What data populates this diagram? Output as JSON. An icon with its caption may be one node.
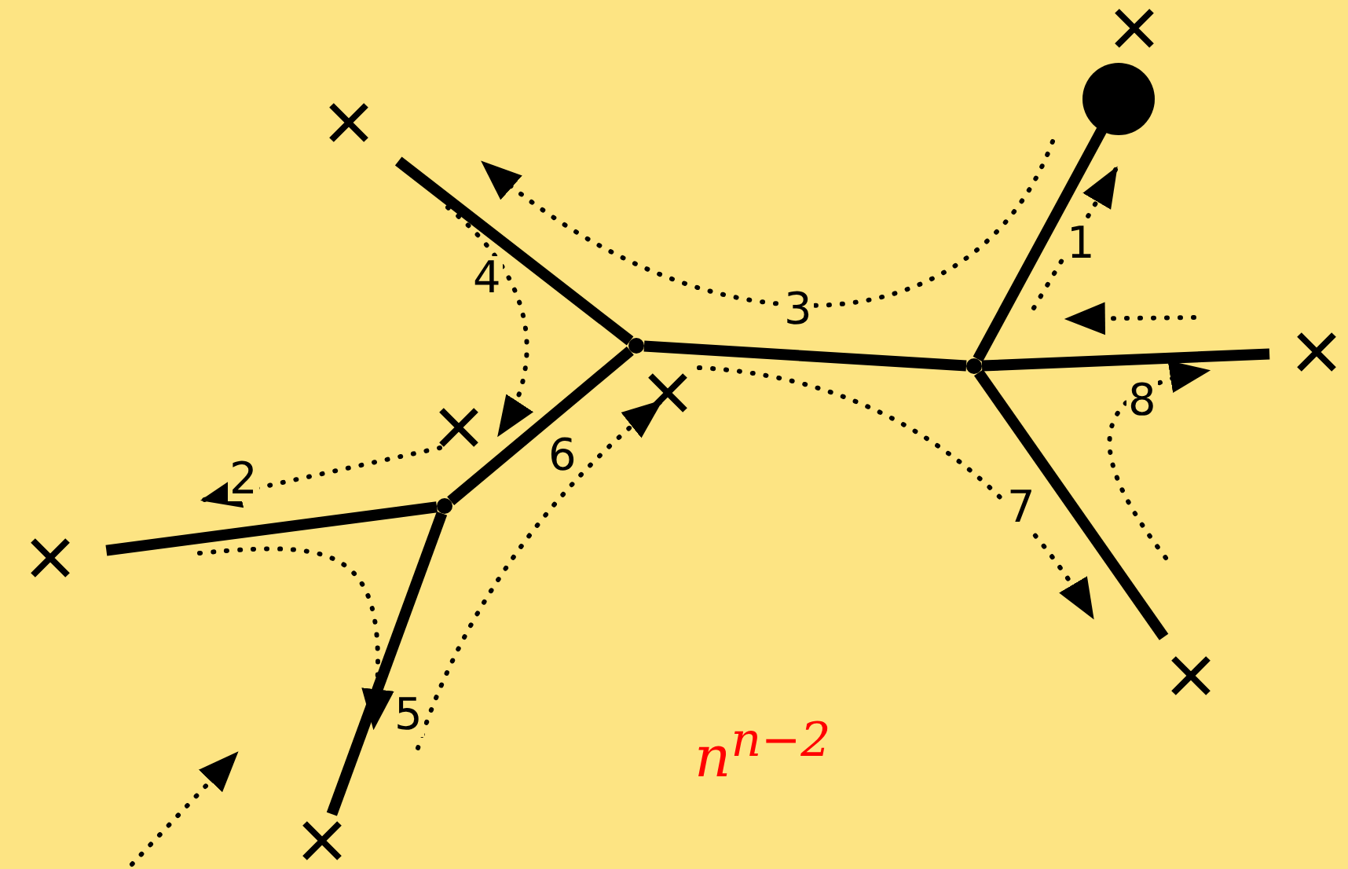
{
  "diagram": {
    "nodes": [
      {
        "text": [],
        "shape": "circle"
      },
      {
        "text": [],
        "shape": "cross"
      },
      {
        "text": [],
        "shape": "point"
      },
      {
        "text": [],
        "shape": "point"
      },
      {
        "text": [],
        "shape": "cross"
      },
      {
        "text": [],
        "shape": "point"
      },
      {
        "text": [],
        "shape": "cross"
      },
      {
        "text": [],
        "shape": "cross"
      },
      {
        "text": [],
        "shape": "cross"
      }
    ],
    "edges": [
      {
        "from": 3,
        "to": 0,
        "arrow": "none",
        "label": "1"
      },
      {
        "from": 5,
        "to": 6,
        "arrow": "none",
        "label": "2"
      },
      {
        "from": 2,
        "to": 3,
        "arrow": "none",
        "label": "3"
      },
      {
        "from": 2,
        "to": 1,
        "arrow": "none",
        "label": "4"
      },
      {
        "from": 5,
        "to": 8,
        "arrow": "none",
        "label": "5"
      },
      {
        "from": 2,
        "to": 5,
        "arrow": "none",
        "label": "6"
      },
      {
        "from": 3,
        "to": 7,
        "arrow": "none",
        "label": "7"
      },
      {
        "from": 3,
        "to": 4,
        "arrow": "none",
        "label": "8"
      }
    ],
    "labels": [
      "n$^{n−2}$"
    ]
  }
}
